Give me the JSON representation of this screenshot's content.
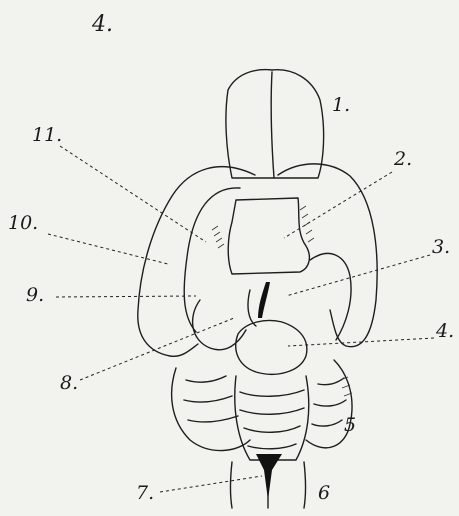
{
  "figure": {
    "number": "4."
  },
  "labels": [
    {
      "id": "1",
      "text": "1."
    },
    {
      "id": "2",
      "text": "2."
    },
    {
      "id": "3",
      "text": "3."
    },
    {
      "id": "4",
      "text": "4."
    },
    {
      "id": "5",
      "text": "5"
    },
    {
      "id": "6",
      "text": "6"
    },
    {
      "id": "7",
      "text": "7."
    },
    {
      "id": "8",
      "text": "8."
    },
    {
      "id": "9",
      "text": "9."
    },
    {
      "id": "10",
      "text": "10."
    },
    {
      "id": "11",
      "text": "11."
    }
  ]
}
